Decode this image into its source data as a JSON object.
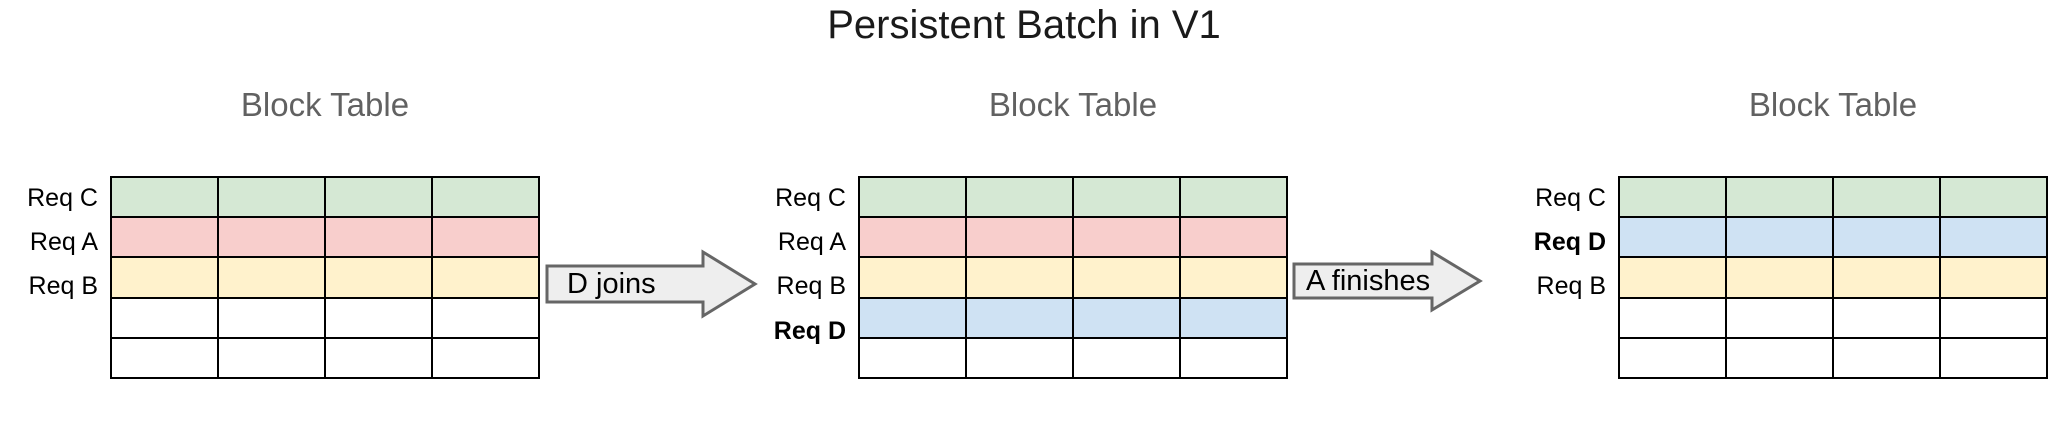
{
  "title": "Persistent Batch in V1",
  "palette": {
    "req_c": "#d5e8d4",
    "req_a": "#f8cecc",
    "req_b": "#fff2cc",
    "req_d": "#cfe2f3",
    "empty": "#ffffff",
    "cell_border": "#000000",
    "arrow_fill": "#eeeeee",
    "arrow_stroke": "#666666",
    "stage_title_color": "#616161",
    "title_color": "#1a1a1a"
  },
  "stages": [
    {
      "id": "stage-1",
      "table_title": "Block Table",
      "columns": 4,
      "rows": [
        {
          "label": "Req C",
          "bold": false,
          "color_key": "req_c"
        },
        {
          "label": "Req A",
          "bold": false,
          "color_key": "req_a"
        },
        {
          "label": "Req B",
          "bold": false,
          "color_key": "req_b"
        },
        {
          "label": "",
          "bold": false,
          "color_key": "empty"
        },
        {
          "label": "",
          "bold": false,
          "color_key": "empty"
        }
      ]
    },
    {
      "id": "stage-2",
      "table_title": "Block Table",
      "columns": 4,
      "rows": [
        {
          "label": "Req C",
          "bold": false,
          "color_key": "req_c"
        },
        {
          "label": "Req A",
          "bold": false,
          "color_key": "req_a"
        },
        {
          "label": "Req B",
          "bold": false,
          "color_key": "req_b"
        },
        {
          "label": "Req D",
          "bold": true,
          "color_key": "req_d"
        },
        {
          "label": "",
          "bold": false,
          "color_key": "empty"
        }
      ]
    },
    {
      "id": "stage-3",
      "table_title": "Block Table",
      "columns": 4,
      "rows": [
        {
          "label": "Req C",
          "bold": false,
          "color_key": "req_c"
        },
        {
          "label": "Req D",
          "bold": true,
          "color_key": "req_d"
        },
        {
          "label": "Req B",
          "bold": false,
          "color_key": "req_b"
        },
        {
          "label": "",
          "bold": false,
          "color_key": "empty"
        },
        {
          "label": "",
          "bold": false,
          "color_key": "empty"
        }
      ]
    }
  ],
  "arrows": [
    {
      "id": "arrow-1",
      "label": "D joins"
    },
    {
      "id": "arrow-2",
      "label": "A finishes"
    }
  ]
}
